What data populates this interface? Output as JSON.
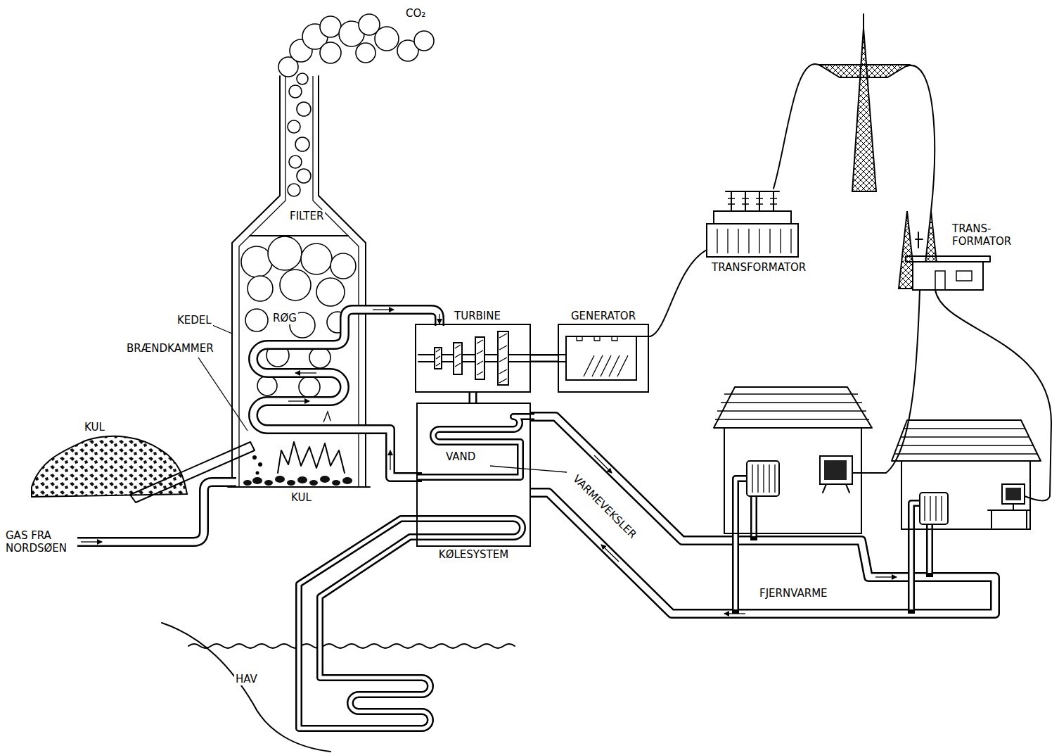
{
  "diagram": {
    "nodes": [
      {
        "text": [
          "TURBINE"
        ]
      },
      {
        "text": [
          "GENERATOR"
        ]
      },
      {
        "text": [
          "KØLESYSTEM"
        ]
      }
    ],
    "edges": [
      {
        "from": 0,
        "to": 1,
        "arrow": "none"
      },
      {
        "from": 0,
        "to": 2,
        "arrow": "none"
      }
    ],
    "labels": [
      "CO₂",
      "FILTER",
      "KEDEL",
      "RØG",
      "BRÆNDKAMMER",
      "KUL",
      "KUL",
      "GAS FRA NORDSØEN",
      "VAND",
      "VARMEVEKSLER",
      "FJERNVARME",
      "HAV",
      "TRANSFORMATOR",
      "TRANS- FORMATOR"
    ]
  }
}
